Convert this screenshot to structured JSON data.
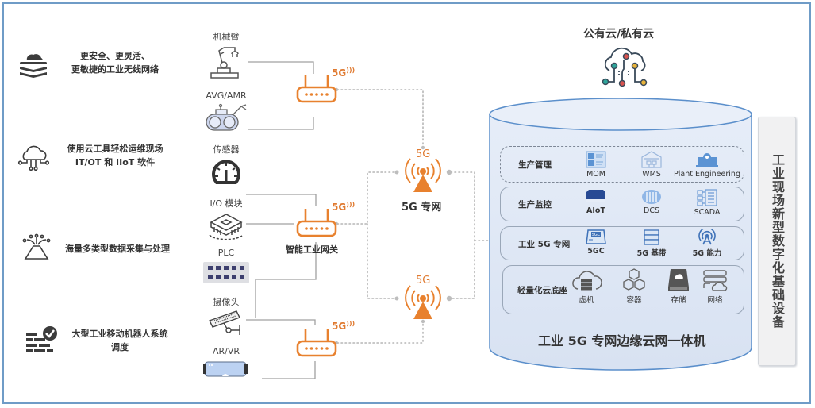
{
  "features": [
    {
      "icon": "layers-cloud-icon",
      "lines": [
        "更安全、更灵活、",
        "更敏捷的工业无线网络"
      ]
    },
    {
      "icon": "cloud-circuit-icon",
      "lines": [
        "使用云工具轻松运维现场",
        "IT/OT 和 IIoT 软件"
      ]
    },
    {
      "icon": "data-fountain-icon",
      "lines": [
        "海量多类型数据采集与处理"
      ]
    },
    {
      "icon": "brick-wall-check-icon",
      "lines": [
        "大型工业移动机器人系统",
        "调度"
      ]
    }
  ],
  "devices": [
    {
      "label": "机械臂",
      "icon": "robot-arm-icon"
    },
    {
      "label": "AVG/AMR",
      "icon": "agv-robot-icon"
    },
    {
      "label": "传感器",
      "icon": "sensor-gauge-icon"
    },
    {
      "label": "I/O 模块",
      "icon": "io-module-chip-icon"
    },
    {
      "label": "PLC",
      "icon": "plc-icon"
    },
    {
      "label": "摄像头",
      "icon": "camera-icon"
    },
    {
      "label": "AR/VR",
      "icon": "ar-vr-glasses-icon"
    }
  ],
  "gateways": {
    "badge": "5G",
    "label": "智能工业网关"
  },
  "towers": {
    "badge": "5G",
    "label": "5G 专网"
  },
  "cloud": {
    "title": "公有云/私有云"
  },
  "appliance": {
    "title": "工业 5G 专网边缘云网一体机",
    "layers": [
      {
        "title": "生产管理",
        "modules": [
          {
            "label": "MOM",
            "icon": "mom-icon"
          },
          {
            "label": "WMS",
            "icon": "warehouse-icon"
          },
          {
            "label": "Plant Engineering",
            "icon": "plant-engineering-icon"
          }
        ]
      },
      {
        "title": "生产监控",
        "modules": [
          {
            "label": "AIoT",
            "icon": "aiot-device-icon"
          },
          {
            "label": "DCS",
            "icon": "dcs-icon"
          },
          {
            "label": "SCADA",
            "icon": "scada-icon"
          }
        ]
      },
      {
        "title": "工业 5G 专网",
        "modules": [
          {
            "label": "5GC",
            "icon": "5gc-icon"
          },
          {
            "label": "5G 基带",
            "icon": "baseband-icon"
          },
          {
            "label": "5G 能力",
            "icon": "antenna-capability-icon"
          }
        ]
      },
      {
        "title": "轻量化云底座",
        "modules": [
          {
            "label": "虚机",
            "icon": "vm-cloud-server-icon"
          },
          {
            "label": "容器",
            "icon": "container-cubes-icon"
          },
          {
            "label": "存储",
            "icon": "storage-drive-icon"
          },
          {
            "label": "网络",
            "icon": "network-icon"
          }
        ]
      }
    ]
  },
  "side_label": "工业现场新型数字化基础设备",
  "colors": {
    "accent_orange": "#e8812e",
    "frame_blue": "#6f9cc7",
    "cylinder_fill": "#dde6f3",
    "icon_blue": "#4f86c6",
    "line_gray": "#9a9a9a",
    "dot_gray": "#bdbdbd"
  }
}
